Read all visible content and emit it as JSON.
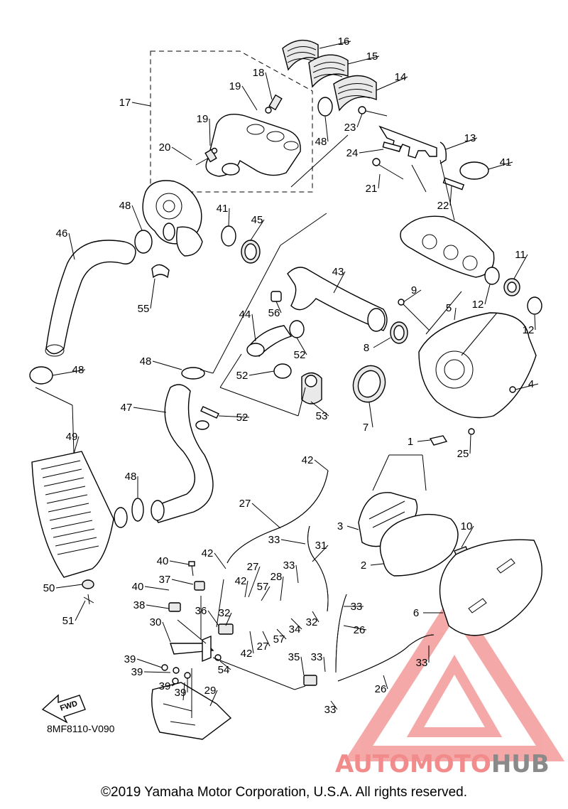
{
  "diagram": {
    "figure_code": "8MF8110-V090",
    "fwd_label": "FWD",
    "callouts": [
      {
        "id": "c1",
        "label": "1"
      },
      {
        "id": "c2",
        "label": "2"
      },
      {
        "id": "c3",
        "label": "3"
      },
      {
        "id": "c4",
        "label": "4"
      },
      {
        "id": "c5",
        "label": "5"
      },
      {
        "id": "c6",
        "label": "6"
      },
      {
        "id": "c7",
        "label": "7"
      },
      {
        "id": "c8",
        "label": "8"
      },
      {
        "id": "c9",
        "label": "9"
      },
      {
        "id": "c10",
        "label": "10"
      },
      {
        "id": "c11",
        "label": "11"
      },
      {
        "id": "c12a",
        "label": "12"
      },
      {
        "id": "c12b",
        "label": "12"
      },
      {
        "id": "c13",
        "label": "13"
      },
      {
        "id": "c14",
        "label": "14"
      },
      {
        "id": "c15",
        "label": "15"
      },
      {
        "id": "c16",
        "label": "16"
      },
      {
        "id": "c17",
        "label": "17"
      },
      {
        "id": "c18",
        "label": "18"
      },
      {
        "id": "c19a",
        "label": "19"
      },
      {
        "id": "c19b",
        "label": "19"
      },
      {
        "id": "c20",
        "label": "20"
      },
      {
        "id": "c21",
        "label": "21"
      },
      {
        "id": "c22",
        "label": "22"
      },
      {
        "id": "c23",
        "label": "23"
      },
      {
        "id": "c24",
        "label": "24"
      },
      {
        "id": "c25",
        "label": "25"
      },
      {
        "id": "c26a",
        "label": "26"
      },
      {
        "id": "c26b",
        "label": "26"
      },
      {
        "id": "c27a",
        "label": "27"
      },
      {
        "id": "c27b",
        "label": "27"
      },
      {
        "id": "c27c",
        "label": "27"
      },
      {
        "id": "c28",
        "label": "28"
      },
      {
        "id": "c29",
        "label": "29"
      },
      {
        "id": "c30",
        "label": "30"
      },
      {
        "id": "c31",
        "label": "31"
      },
      {
        "id": "c32a",
        "label": "32"
      },
      {
        "id": "c32b",
        "label": "32"
      },
      {
        "id": "c33a",
        "label": "33"
      },
      {
        "id": "c33b",
        "label": "33"
      },
      {
        "id": "c33c",
        "label": "33"
      },
      {
        "id": "c33d",
        "label": "33"
      },
      {
        "id": "c33e",
        "label": "33"
      },
      {
        "id": "c33f",
        "label": "33"
      },
      {
        "id": "c34",
        "label": "34"
      },
      {
        "id": "c35",
        "label": "35"
      },
      {
        "id": "c36",
        "label": "36"
      },
      {
        "id": "c37",
        "label": "37"
      },
      {
        "id": "c38",
        "label": "38"
      },
      {
        "id": "c39a",
        "label": "39"
      },
      {
        "id": "c39b",
        "label": "39"
      },
      {
        "id": "c39c",
        "label": "39"
      },
      {
        "id": "c39d",
        "label": "39"
      },
      {
        "id": "c40a",
        "label": "40"
      },
      {
        "id": "c40b",
        "label": "40"
      },
      {
        "id": "c41a",
        "label": "41"
      },
      {
        "id": "c41b",
        "label": "41"
      },
      {
        "id": "c42a",
        "label": "42"
      },
      {
        "id": "c42b",
        "label": "42"
      },
      {
        "id": "c42c",
        "label": "42"
      },
      {
        "id": "c42d",
        "label": "42"
      },
      {
        "id": "c43",
        "label": "43"
      },
      {
        "id": "c44",
        "label": "44"
      },
      {
        "id": "c45",
        "label": "45"
      },
      {
        "id": "c46",
        "label": "46"
      },
      {
        "id": "c47",
        "label": "47"
      },
      {
        "id": "c48a",
        "label": "48"
      },
      {
        "id": "c48b",
        "label": "48"
      },
      {
        "id": "c48c",
        "label": "48"
      },
      {
        "id": "c48d",
        "label": "48"
      },
      {
        "id": "c48e",
        "label": "48"
      },
      {
        "id": "c49",
        "label": "49"
      },
      {
        "id": "c50",
        "label": "50"
      },
      {
        "id": "c51",
        "label": "51"
      },
      {
        "id": "c52a",
        "label": "52"
      },
      {
        "id": "c52b",
        "label": "52"
      },
      {
        "id": "c52c",
        "label": "52"
      },
      {
        "id": "c53",
        "label": "53"
      },
      {
        "id": "c54",
        "label": "54"
      },
      {
        "id": "c55",
        "label": "55"
      },
      {
        "id": "c56",
        "label": "56"
      },
      {
        "id": "c57a",
        "label": "57"
      },
      {
        "id": "c57b",
        "label": "57"
      }
    ]
  },
  "watermark": {
    "text_part1": "AUTOMOTO",
    "text_part2": "HUB",
    "color_primary": "#f28c8c",
    "color_secondary": "#8a8a8a"
  },
  "footer": {
    "copyright": "©2019 Yamaha Motor Corporation, U.S.A. All rights reserved."
  }
}
